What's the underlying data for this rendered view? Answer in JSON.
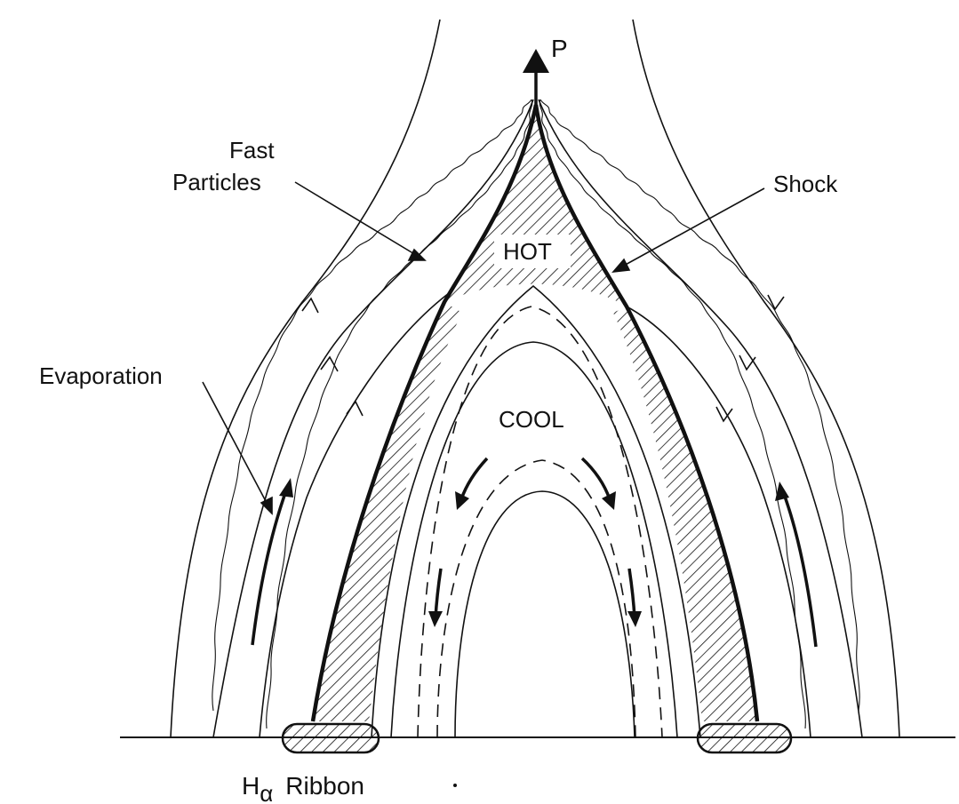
{
  "labels": {
    "p": "P",
    "fast_particles_line1": "Fast",
    "fast_particles_line2": "Particles",
    "shock": "Shock",
    "hot": "HOT",
    "cool": "COOL",
    "evaporation": "Evaporation",
    "h_alpha_h": "H",
    "h_alpha_sub": "α",
    "h_alpha_rest": "Ribbon"
  },
  "colors": {
    "ink": "#111111",
    "background": "#ffffff"
  }
}
